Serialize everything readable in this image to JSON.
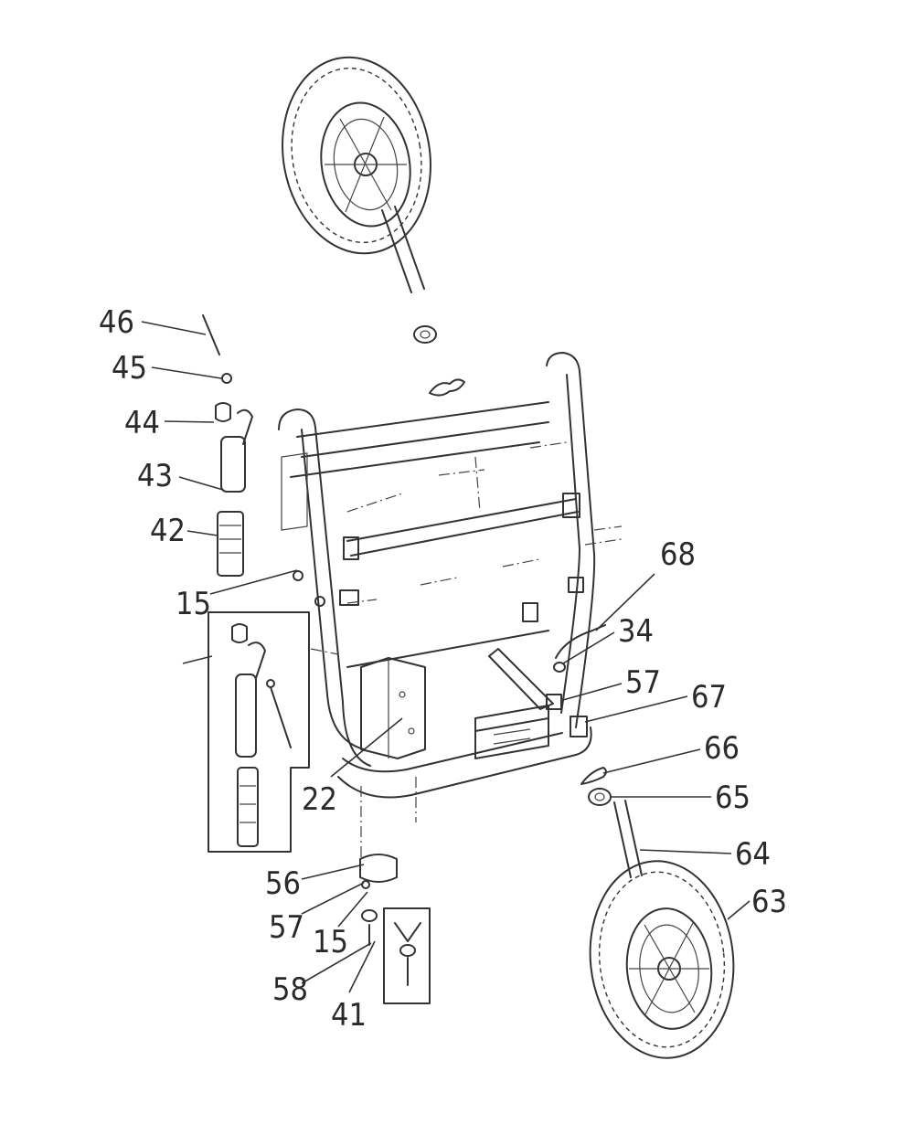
{
  "callouts": [
    {
      "id": "46",
      "label": "46"
    },
    {
      "id": "45",
      "label": "45"
    },
    {
      "id": "44",
      "label": "44"
    },
    {
      "id": "43",
      "label": "43"
    },
    {
      "id": "42",
      "label": "42"
    },
    {
      "id": "15a",
      "label": "15"
    },
    {
      "id": "68",
      "label": "68"
    },
    {
      "id": "34",
      "label": "34"
    },
    {
      "id": "57a",
      "label": "57"
    },
    {
      "id": "67",
      "label": "67"
    },
    {
      "id": "66",
      "label": "66"
    },
    {
      "id": "65",
      "label": "65"
    },
    {
      "id": "22",
      "label": "22"
    },
    {
      "id": "64",
      "label": "64"
    },
    {
      "id": "63",
      "label": "63"
    },
    {
      "id": "56",
      "label": "56"
    },
    {
      "id": "57b",
      "label": "57"
    },
    {
      "id": "15b",
      "label": "15"
    },
    {
      "id": "58",
      "label": "58"
    },
    {
      "id": "41",
      "label": "41"
    }
  ]
}
